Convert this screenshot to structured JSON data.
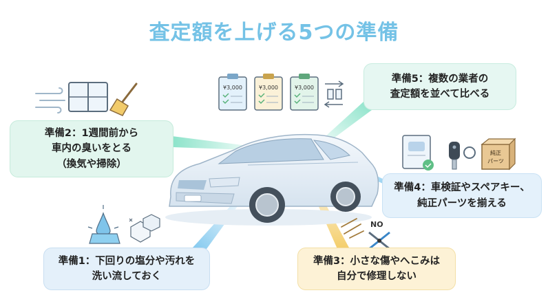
{
  "title": "査定額を上げる5つの準備",
  "steps": {
    "s1": {
      "line1": "準備1：下回りの塩分や汚れを",
      "line2": "洗い流しておく"
    },
    "s2": {
      "line1": "準備2：1週間前から",
      "line2": "車内の臭いをとる",
      "line3": "（換気や掃除）"
    },
    "s3": {
      "line1": "準備3：小さな傷やへこみは",
      "line2": "自分で修理しない"
    },
    "s4": {
      "line1": "準備4：車検証やスペアキー、",
      "line2": "純正パーツを揃える"
    },
    "s5": {
      "line1": "準備5：複数の業者の",
      "line2": "査定額を並べて比べる"
    }
  },
  "icons": {
    "clipboard_price": "¥3,000",
    "no_label": "NO",
    "parts_box_line1": "純正",
    "parts_box_line2": "パーツ"
  },
  "colors": {
    "title": "#74c2e6",
    "green": "#78dcc0",
    "blue": "#7cc6ee",
    "yellow": "#f3cb63"
  }
}
